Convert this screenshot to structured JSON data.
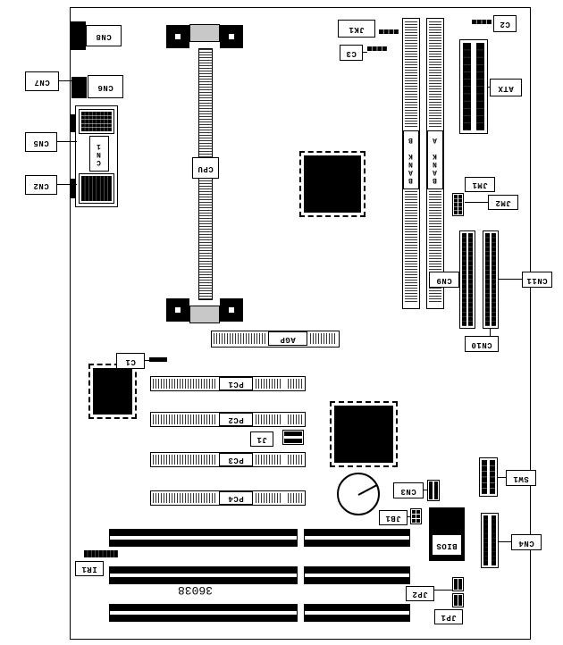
{
  "board": {
    "part_number": "36038"
  },
  "labels": {
    "cn8": "CN8",
    "cn7": "CN7",
    "cn6": "CN6",
    "cn5": "CN5",
    "cn1": "CN1",
    "cn2": "CN2",
    "cpu": "CPU",
    "jk1": "JK1",
    "c3": "C3",
    "c2": "C2",
    "atx": "ATX",
    "bank_a": "BANK A",
    "bank_b": "BANK B",
    "jm1": "JM1",
    "jm2": "JM2",
    "cn9": "CN9",
    "cn10": "CN10",
    "cn11": "CN11",
    "agp": "AGP",
    "c1": "C1",
    "pc1": "PC1",
    "pc2": "PC2",
    "pc3": "PC3",
    "pc4": "PC4",
    "j1": "J1",
    "sw1": "SW1",
    "cn3": "CN3",
    "jb1": "JB1",
    "bios": "BIOS",
    "cn4": "CN4",
    "ir1": "IR1",
    "jp2": "JP2",
    "jp1": "JP1"
  }
}
